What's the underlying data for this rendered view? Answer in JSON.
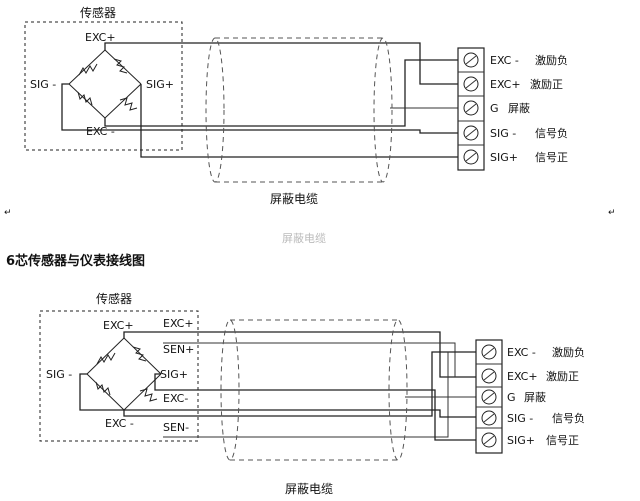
{
  "top": {
    "sensor_label": "传感器",
    "exc_plus": "EXC+",
    "exc_minus": "EXC -",
    "sig_minus": "SIG -",
    "sig_plus": "SIG+",
    "cable_label": "屏蔽电缆",
    "terminals": [
      {
        "code": "EXC -",
        "desc": "激励负"
      },
      {
        "code": "EXC+",
        "desc": "激励正"
      },
      {
        "code": "G",
        "desc": "屏蔽"
      },
      {
        "code": "SIG -",
        "desc": "信号负"
      },
      {
        "code": "SIG+",
        "desc": "信号正"
      }
    ]
  },
  "bottom": {
    "heading": "6芯传感器与仪表接线图",
    "sensor_label": "传感器",
    "exc_plus": "EXC+",
    "exc_minus": "EXC -",
    "sig_minus": "SIG -",
    "sig_plus": "SIG+",
    "side_labels": [
      "EXC+",
      "SEN+",
      "EXC-",
      "SEN-"
    ],
    "cable_label": "屏蔽电缆",
    "terminals": [
      {
        "code": "EXC -",
        "desc": "激励负"
      },
      {
        "code": "EXC+",
        "desc": "激励正"
      },
      {
        "code": "G",
        "desc": "屏蔽"
      },
      {
        "code": "SIG -",
        "desc": "信号负"
      },
      {
        "code": "SIG+",
        "desc": "信号正"
      }
    ]
  },
  "stray_text": "屏蔽电缆",
  "paragraph_mark": "↵"
}
